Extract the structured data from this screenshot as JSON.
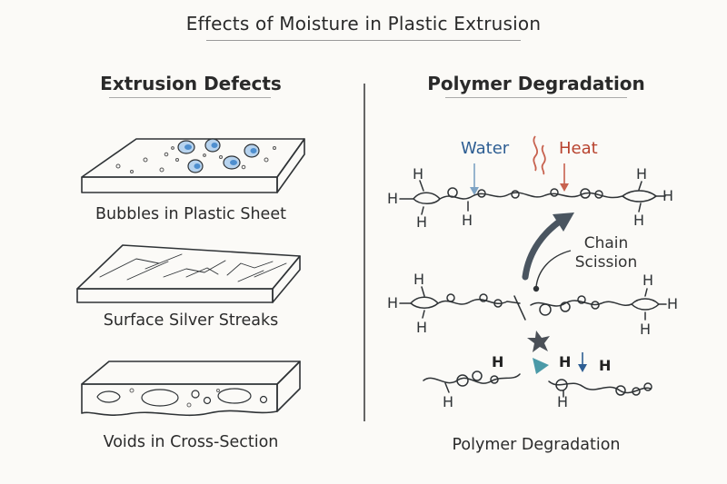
{
  "title": "Effects of Moisture in Plastic Extrusion",
  "left_section": {
    "heading": "Extrusion Defects",
    "panels": [
      {
        "caption": "Bubbles in Plastic Sheet"
      },
      {
        "caption": "Surface Silver Streaks"
      },
      {
        "caption": "Voids in Cross-Section"
      }
    ]
  },
  "right_section": {
    "heading": "Polymer Degradation",
    "labels": {
      "water": "Water",
      "heat": "Heat",
      "scission": "Chain\nScission",
      "scission_line1": "Chain",
      "scission_line2": "Scission",
      "h": "H"
    },
    "caption": "Polymer Degradation"
  },
  "colors": {
    "water": "#2e5e93",
    "heat": "#b8432f",
    "bubble": "#4f8fcf",
    "ink": "#2f3336",
    "cleave": "#4b9aa8"
  },
  "icons": [
    "heat-wave-icon",
    "water-arrow-icon",
    "heat-arrow-icon",
    "scission-arrow-icon",
    "cleavage-spark-icon"
  ]
}
